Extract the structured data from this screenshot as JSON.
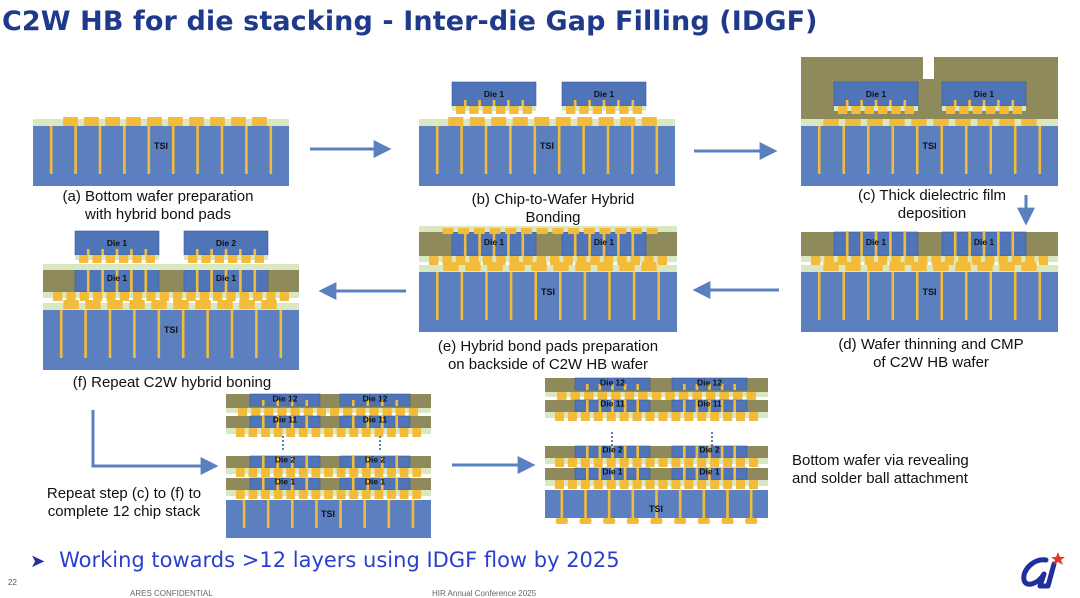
{
  "title": "C2W HB for die stacking - Inter-die Gap Filling (IDGF)",
  "labels": {
    "tsi": "TSI",
    "die1": "Die 1",
    "die2": "Die 2",
    "die11": "Die 11",
    "die12": "Die 12"
  },
  "captions": {
    "a": [
      "(a) Bottom wafer preparation",
      "with hybrid bond pads"
    ],
    "b": [
      "(b) Chip-to-Wafer Hybrid",
      "Bonding"
    ],
    "c": [
      "(c) Thick dielectric film",
      "deposition"
    ],
    "d": [
      "(d) Wafer thinning and CMP",
      "of C2W HB wafer"
    ],
    "e": [
      "(e) Hybrid bond pads preparation",
      "on backside of C2W HB wafer"
    ],
    "f": [
      "(f) Repeat C2W hybrid boning"
    ],
    "repeat": [
      "Repeat step (c) to (f) to",
      "complete 12 chip stack"
    ],
    "bottom": [
      "Bottom wafer via revealing",
      "and solder ball attachment"
    ]
  },
  "bullet": "Working towards >12 layers using IDGF flow by 2025",
  "page_number": "22",
  "footer_left": "ARES CONFIDENTIAL",
  "footer_mid": "HIR Annual Conference 2025",
  "colors": {
    "title": "#1f3a8a",
    "substrate": "#5b7fbf",
    "die": "#4f74b8",
    "dielectric": "#8e8a5c",
    "bond_layer": "#d9e8c0",
    "pad": "#f2bc3a",
    "arrow": "#5a80c0",
    "bullet": "#2a3fd0",
    "logo": "#1f2f9c",
    "logo_star": "#e8332a"
  },
  "icons": {
    "bullet": "arrowhead-icon",
    "logo": "logo-icon"
  }
}
